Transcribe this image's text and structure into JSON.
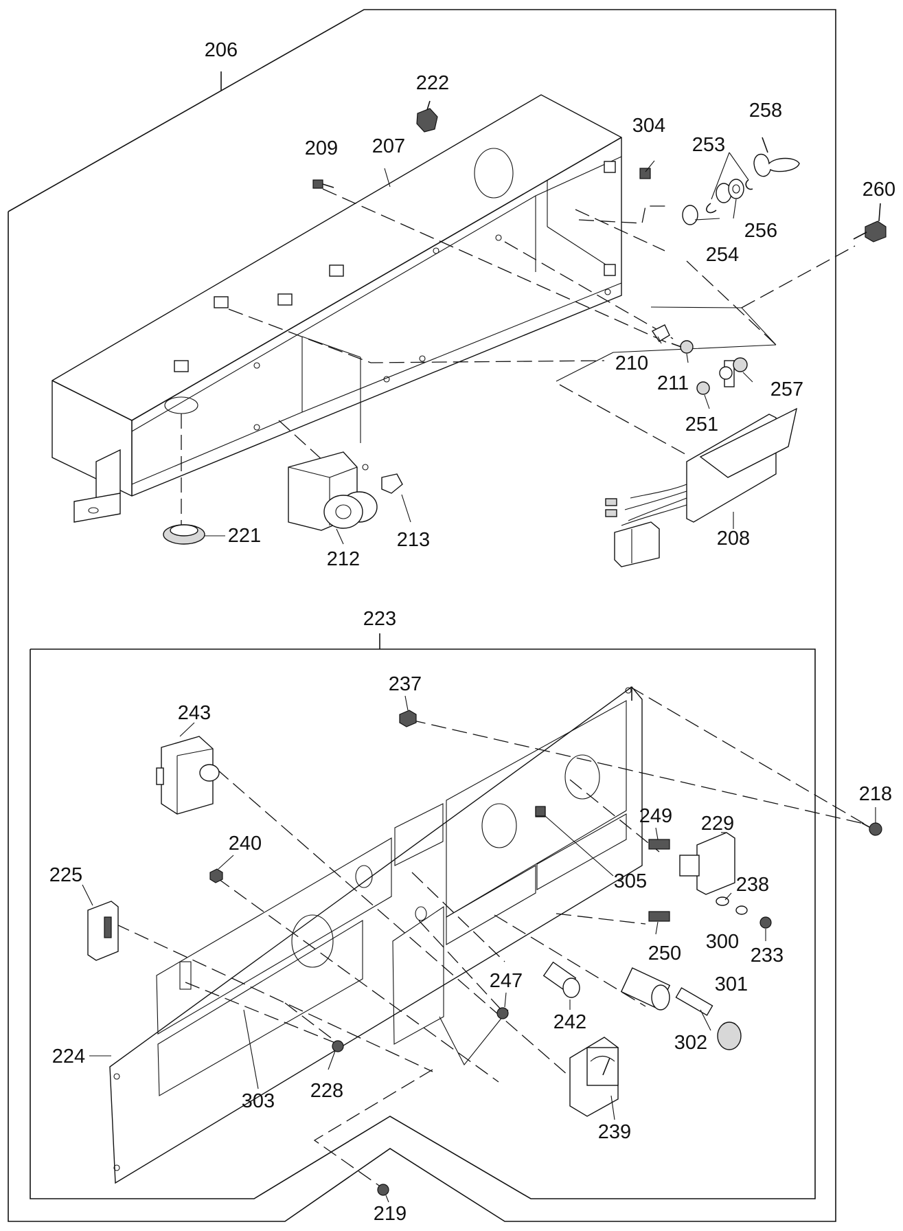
{
  "labels": {
    "l206": "206",
    "l222": "222",
    "l258": "258",
    "l304": "304",
    "l253": "253",
    "l209": "209",
    "l207": "207",
    "l260": "260",
    "l256": "256",
    "l254": "254",
    "l210": "210",
    "l211": "211",
    "l257": "257",
    "l251": "251",
    "l221": "221",
    "l212": "212",
    "l213": "213",
    "l208": "208",
    "l223": "223",
    "l237": "237",
    "l243": "243",
    "l218": "218",
    "l249": "249",
    "l229": "229",
    "l240": "240",
    "l225": "225",
    "l305": "305",
    "l238": "238",
    "l300": "300",
    "l233": "233",
    "l250": "250",
    "l247": "247",
    "l301": "301",
    "l242": "242",
    "l302": "302",
    "l224": "224",
    "l228": "228",
    "l303": "303",
    "l239": "239",
    "l219": "219"
  }
}
